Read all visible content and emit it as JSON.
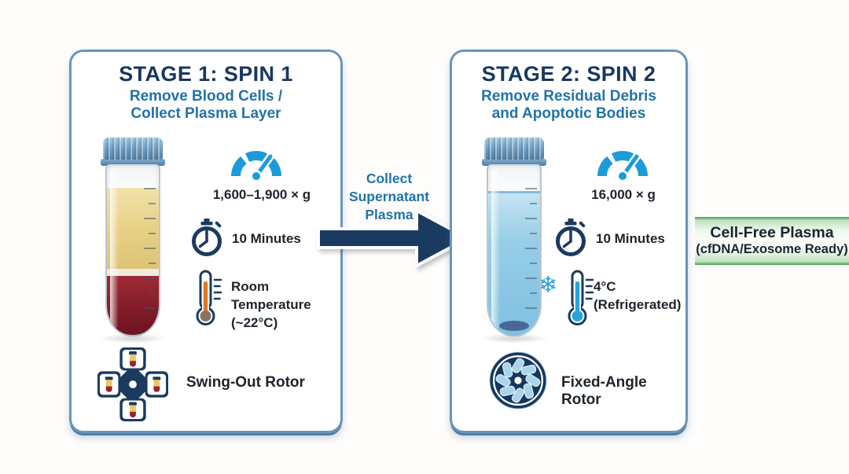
{
  "stage1": {
    "title": "STAGE 1: SPIN 1",
    "subtitle_line1": "Remove Blood Cells /",
    "subtitle_line2": "Collect Plasma Layer",
    "speed_label": "1,600–1,900 × g",
    "duration_label": "10 Minutes",
    "temp_line1": "Room Temperature",
    "temp_line2": "(~22°C)",
    "rotor_label": "Swing-Out Rotor"
  },
  "stage2": {
    "title": "STAGE 2: SPIN 2",
    "subtitle_line1": "Remove Residual Debris",
    "subtitle_line2": "and Apoptotic Bodies",
    "speed_label": "16,000 × g",
    "duration_label": "10 Minutes",
    "temp_line1": "4°C",
    "temp_line2": "(Refrigerated)",
    "rotor_label": "Fixed-Angle Rotor",
    "snowflake_glyph": "❄"
  },
  "transfer": {
    "line1": "Collect",
    "line2": "Supernatant",
    "line3": "Plasma"
  },
  "result_banner": {
    "line1": "Cell-Free Plasma",
    "line2": "(cfDNA/Exosome Ready)"
  },
  "icons": {
    "speed": "speedometer-icon",
    "time": "stopwatch-icon",
    "temperature": "thermometer-icon",
    "cold": "snowflake-icon",
    "stage1_rotor": "swing-out-rotor-icon",
    "stage2_rotor": "fixed-angle-rotor-icon",
    "transfer": "arrow-right-icon"
  },
  "colors": {
    "title_navy": "#17375e",
    "subtitle_blue": "#2173a8",
    "icon_blue": "#1b9cd9",
    "icon_navy": "#1b3a5f",
    "panel_border": "#6a95ba",
    "arrow_navy": "#1a3a60",
    "banner_green_edge": "#3f9e52",
    "banner_green_fill": "#eef8ec",
    "plasma_yellow": "#e7cf84",
    "blood_red": "#7d1a26",
    "plasma2_blue": "#97cee7",
    "text_dark": "#1d242c"
  }
}
